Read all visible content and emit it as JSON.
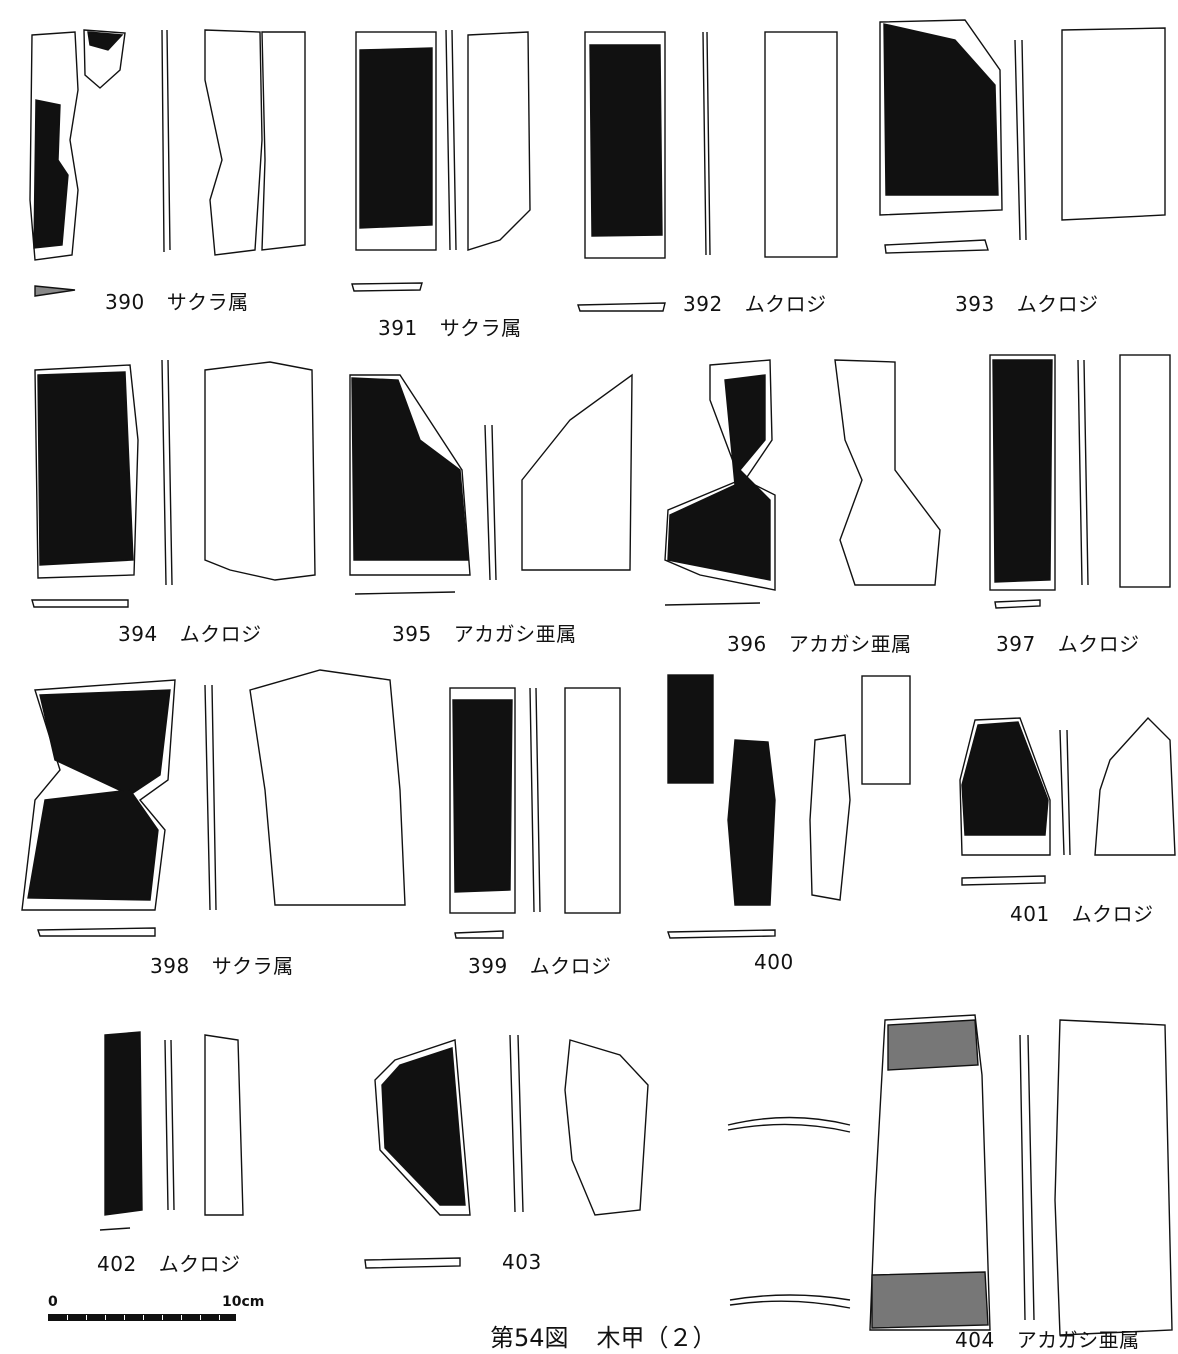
{
  "figure": {
    "number": "第54図",
    "title": "木甲（２）"
  },
  "scale": {
    "start": "0",
    "end": "10cm"
  },
  "colors": {
    "ink": "#111111",
    "paper": "#ffffff"
  },
  "items": [
    {
      "num": "390",
      "species": "サクラ属"
    },
    {
      "num": "391",
      "species": "サクラ属"
    },
    {
      "num": "392",
      "species": "ムクロジ"
    },
    {
      "num": "393",
      "species": "ムクロジ"
    },
    {
      "num": "394",
      "species": "ムクロジ"
    },
    {
      "num": "395",
      "species": "アカガシ亜属"
    },
    {
      "num": "396",
      "species": "アカガシ亜属"
    },
    {
      "num": "397",
      "species": "ムクロジ"
    },
    {
      "num": "398",
      "species": "サクラ属"
    },
    {
      "num": "399",
      "species": "ムクロジ"
    },
    {
      "num": "400",
      "species": ""
    },
    {
      "num": "401",
      "species": "ムクロジ"
    },
    {
      "num": "402",
      "species": "ムクロジ"
    },
    {
      "num": "403",
      "species": ""
    },
    {
      "num": "404",
      "species": "アカガシ亜属"
    }
  ]
}
